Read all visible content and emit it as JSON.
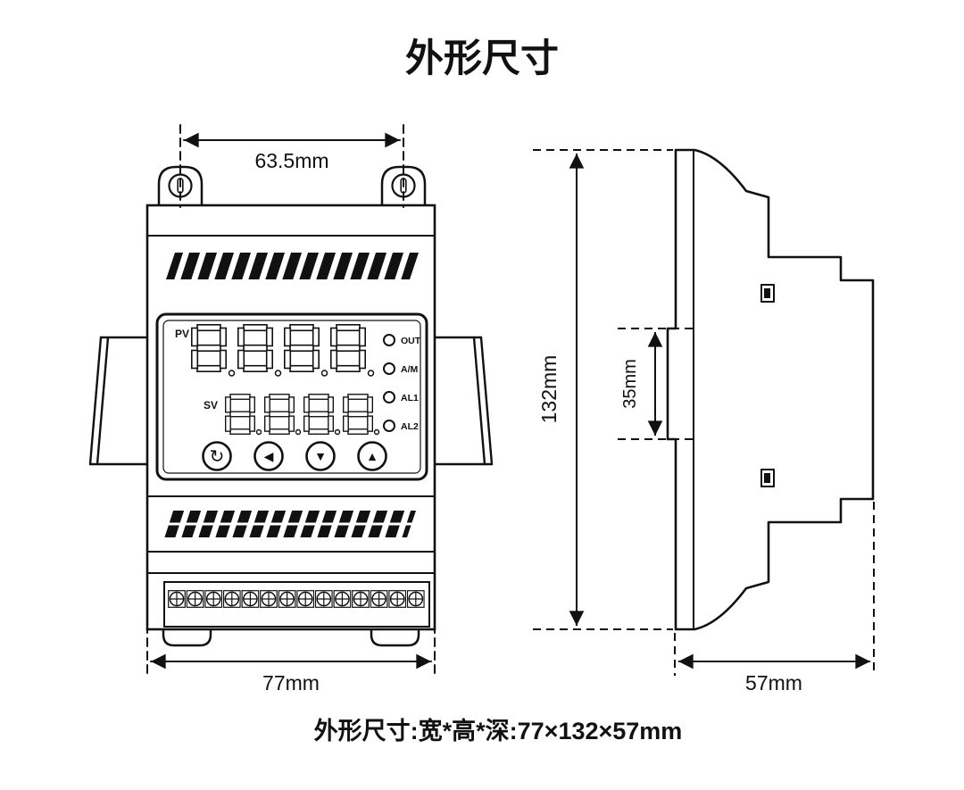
{
  "page": {
    "title": "外形尺寸",
    "footer": "外形尺寸:宽*高*深:77×132×57mm"
  },
  "front_view": {
    "dim_top_width": "63.5mm",
    "dim_bottom_width": "77mm",
    "display": {
      "pv_label": "PV",
      "sv_label": "SV",
      "pv_value": "8.8.8.8",
      "sv_value": "8.8.8.8",
      "indicators": [
        {
          "label": "OUT"
        },
        {
          "label": "A/M"
        },
        {
          "label": "AL1"
        },
        {
          "label": "AL2"
        }
      ],
      "buttons": [
        {
          "name": "set-cycle",
          "glyph": "↻"
        },
        {
          "name": "shift-left",
          "glyph": "◀"
        },
        {
          "name": "down",
          "glyph": "▼"
        },
        {
          "name": "up",
          "glyph": "▲"
        }
      ]
    }
  },
  "side_view": {
    "dim_height": "132mm",
    "dim_rail": "35mm",
    "dim_depth": "57mm"
  },
  "colors": {
    "line": "#111111",
    "background": "#ffffff"
  }
}
